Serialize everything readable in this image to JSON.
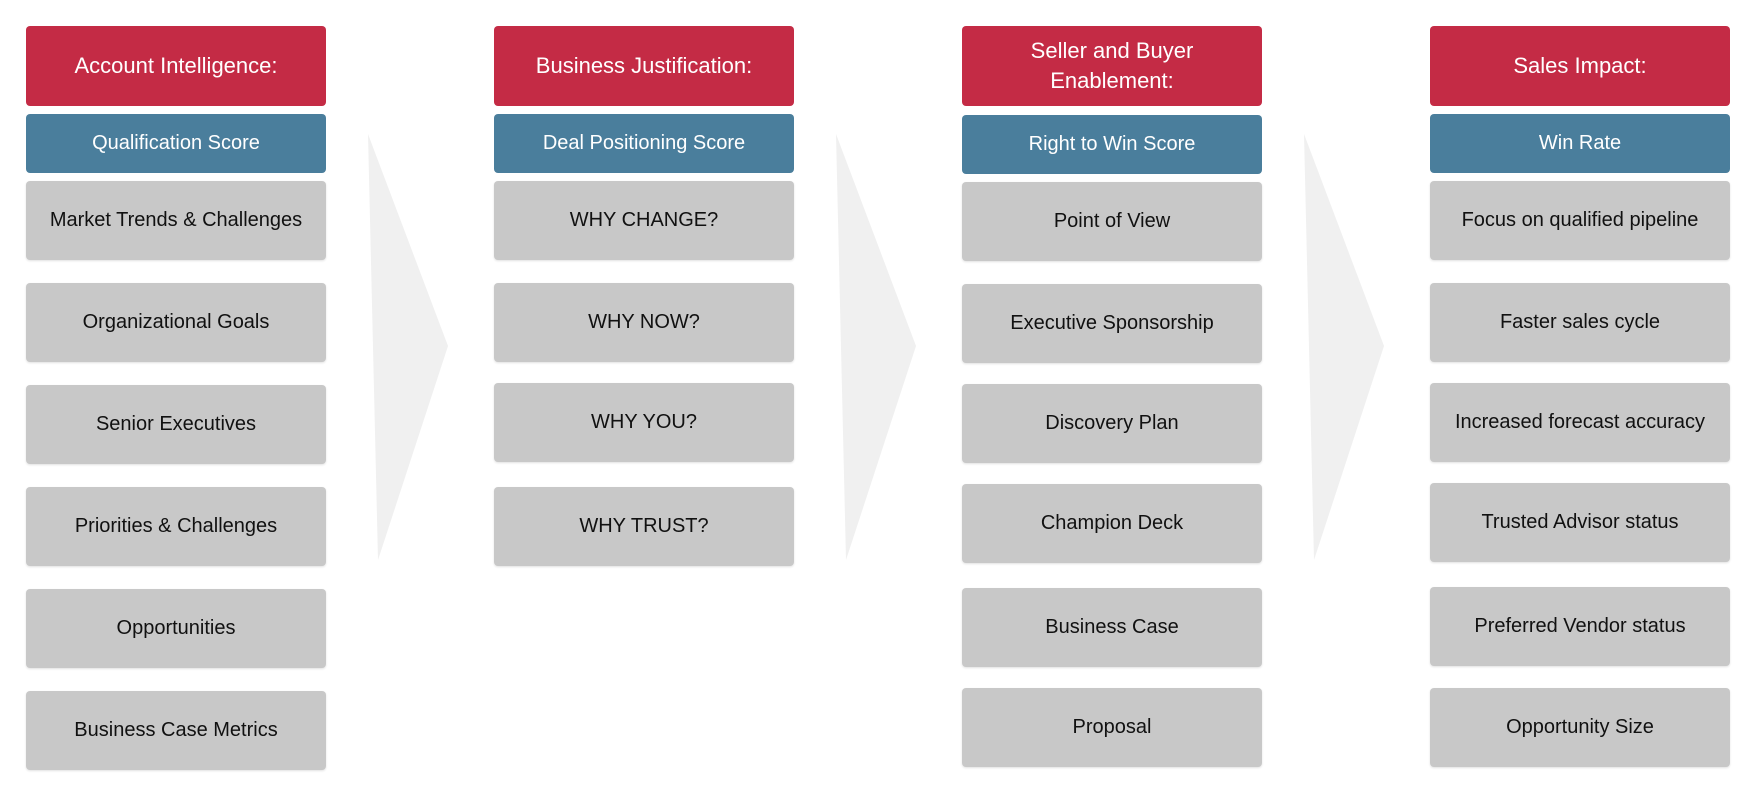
{
  "columns": [
    {
      "header": "Account Intelligence:",
      "score": "Qualification Score",
      "items": [
        "Market Trends & Challenges",
        "Organizational Goals",
        "Senior Executives",
        "Priorities & Challenges",
        "Opportunities",
        "Business Case Metrics"
      ]
    },
    {
      "header": "Business Justification:",
      "score": "Deal Positioning Score",
      "items": [
        "WHY CHANGE?",
        "WHY NOW?",
        "WHY YOU?",
        "WHY TRUST?"
      ]
    },
    {
      "header": "Seller and Buyer Enablement:",
      "score": "Right to Win Score",
      "items": [
        "Point of View",
        "Executive Sponsorship",
        "Discovery Plan",
        "Champion Deck",
        "Business Case",
        "Proposal"
      ]
    },
    {
      "header": "Sales Impact:",
      "score": "Win Rate",
      "items": [
        "Focus on qualified pipeline",
        "Faster sales cycle",
        "Increased forecast accuracy",
        "Trusted Advisor status",
        "Preferred Vendor status",
        "Opportunity Size"
      ]
    }
  ],
  "colors": {
    "header": "#c42b45",
    "score": "#4a7e9c",
    "item": "#c8c8c8",
    "arrow": "#f0f0f0"
  }
}
